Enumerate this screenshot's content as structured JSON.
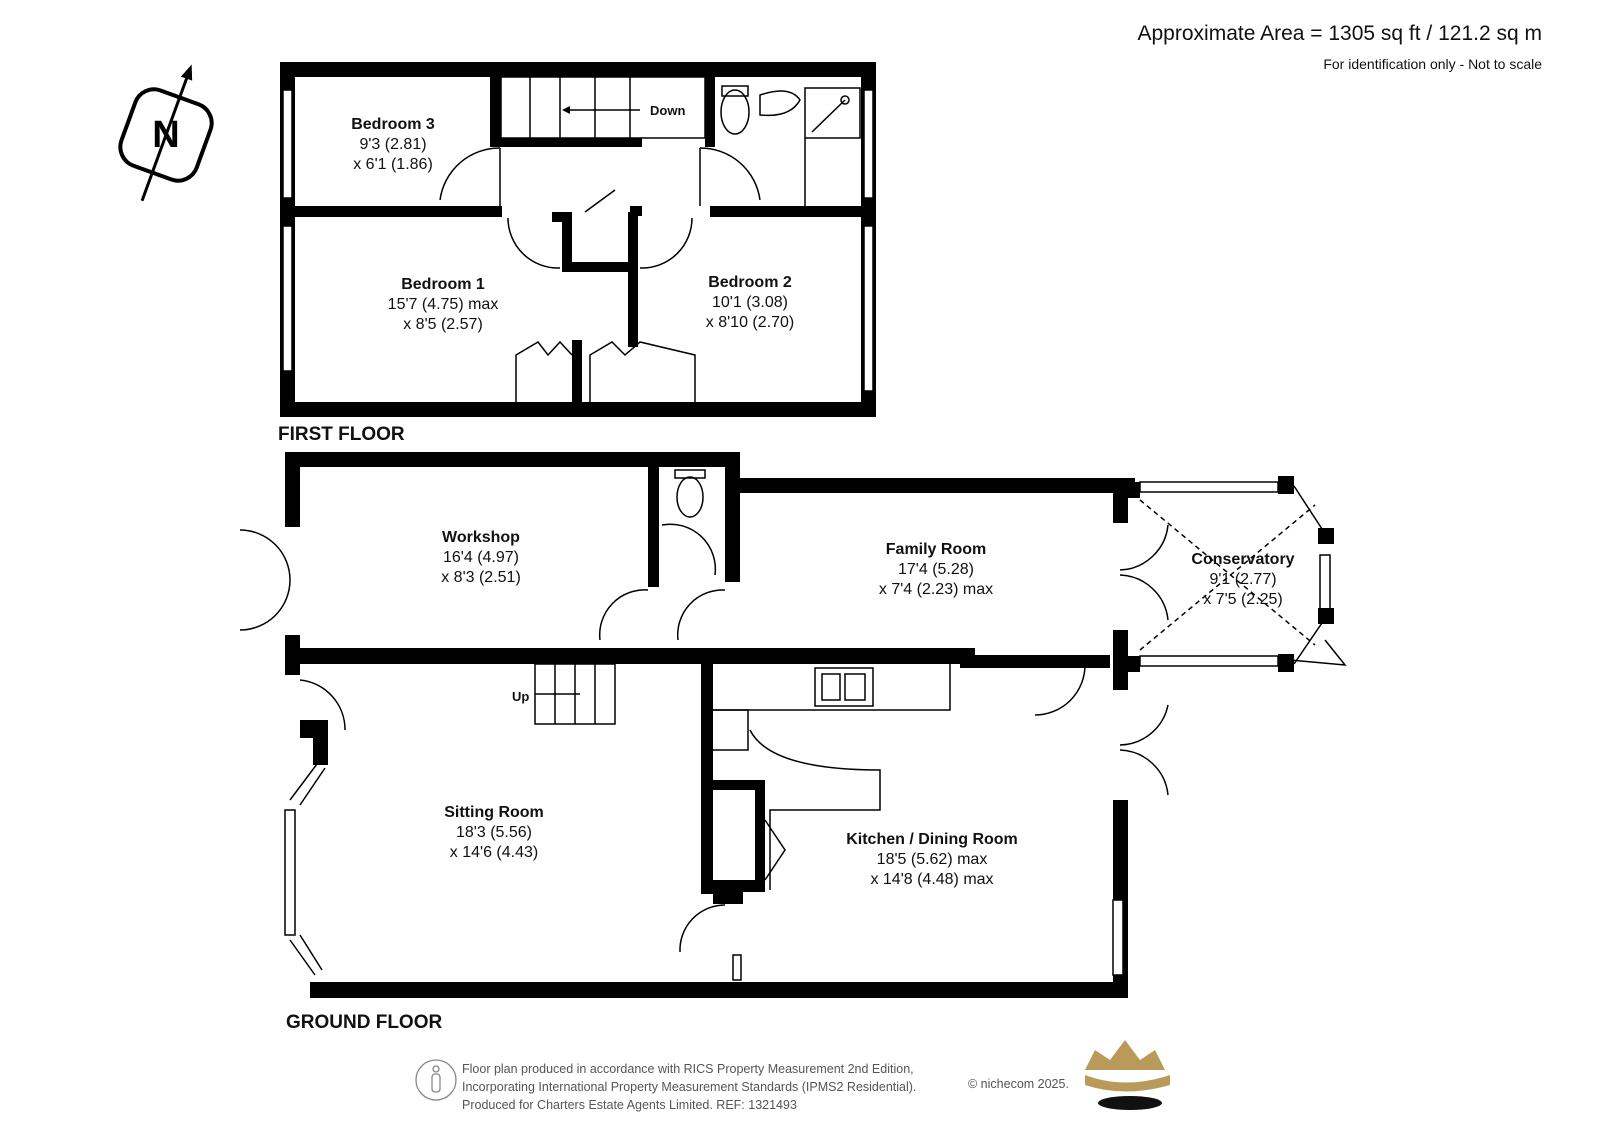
{
  "header": {
    "approximate_area": "Approximate Area = 1305 sq ft / 121.2 sq m",
    "disclaimer": "For identification only - Not to scale"
  },
  "compass": {
    "letter": "N",
    "icon": "north-compass-icon"
  },
  "first_floor": {
    "label": "FIRST FLOOR",
    "rooms": [
      {
        "name": "Bedroom 3",
        "dims": [
          "9'3 (2.81)",
          "x 6'1 (1.86)"
        ]
      },
      {
        "name": "Bedroom 1",
        "dims": [
          "15'7 (4.75) max",
          "x 8'5 (2.57)"
        ]
      },
      {
        "name": "Bedroom 2",
        "dims": [
          "10'1 (3.08)",
          "x 8'10 (2.70)"
        ]
      }
    ],
    "stairs_label": "Down"
  },
  "ground_floor": {
    "label": "GROUND FLOOR",
    "rooms": [
      {
        "name": "Workshop",
        "dims": [
          "16'4 (4.97)",
          "x 8'3 (2.51)"
        ]
      },
      {
        "name": "Family Room",
        "dims": [
          "17'4 (5.28)",
          "x 7'4 (2.23) max"
        ]
      },
      {
        "name": "Conservatory",
        "dims": [
          "9'1 (2.77)",
          "x 7'5 (2.25)"
        ]
      },
      {
        "name": "Sitting Room",
        "dims": [
          "18'3 (5.56)",
          "x 14'6 (4.43)"
        ]
      },
      {
        "name": "Kitchen / Dining Room",
        "dims": [
          "18'5 (5.62) max",
          "x 14'8 (4.48) max"
        ]
      }
    ],
    "stairs_label": "Up"
  },
  "footer": {
    "lines": [
      "Floor plan produced in accordance with RICS Property Measurement 2nd Edition,",
      "Incorporating International Property Measurement Standards (IPMS2 Residential).",
      "Produced for Charters Estate Agents Limited.   REF: 1321493"
    ],
    "copyright": "© nichecom 2025.",
    "logo": "crown-logo-icon",
    "person_icon": "person-icon"
  },
  "colors": {
    "wall": "#000000",
    "logo_gold": "#b99a5a",
    "text_grey": "#555555"
  }
}
